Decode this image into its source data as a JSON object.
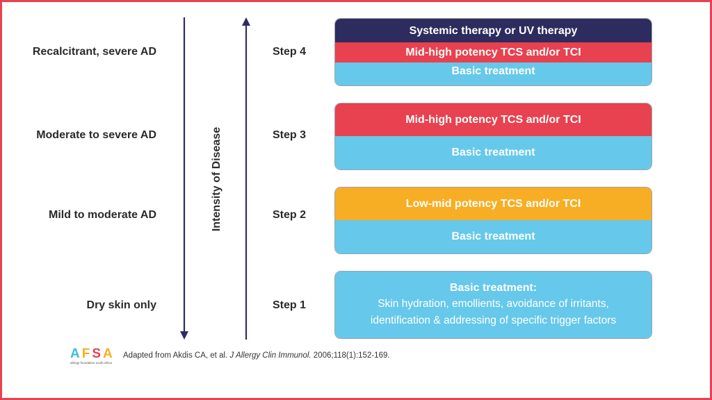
{
  "severity_levels": [
    "Recalcitrant, severe AD",
    "Moderate to severe AD",
    "Mild to moderate AD",
    "Dry skin only"
  ],
  "axis_label": "Intensity of Disease",
  "steps": [
    {
      "label": "Step 4",
      "bands": [
        "Systemic therapy or UV therapy",
        "Mid-high potency TCS and/or TCI",
        "Basic treatment"
      ]
    },
    {
      "label": "Step 3",
      "bands": [
        "Mid-high potency TCS and/or TCI",
        "Basic treatment"
      ]
    },
    {
      "label": "Step 2",
      "bands": [
        "Low-mid potency TCS and/or TCI",
        "Basic treatment"
      ]
    },
    {
      "label": "Step 1",
      "title": "Basic treatment:",
      "lines": [
        "Skin hydration, emollients, avoidance of irritants,",
        "identification & addressing of specific trigger factors"
      ]
    }
  ],
  "logo": {
    "letters": [
      "A",
      "F",
      "S",
      "A"
    ],
    "subtitle": "allergy foundation south africa"
  },
  "citation": {
    "prefix": "Adapted from Akdis CA, et al. ",
    "journal": "J Allergy Clin Immunol.",
    "suffix": " 2006;118(1):152-169."
  },
  "colors": {
    "navy": "#2e2c5e",
    "red": "#e8414f",
    "blue": "#66c8ea",
    "amber": "#f7ae24",
    "frame": "#e8424f",
    "logo_letters": [
      "#3dbde3",
      "#f7ae24",
      "#e8414f",
      "#f7ae24"
    ]
  }
}
